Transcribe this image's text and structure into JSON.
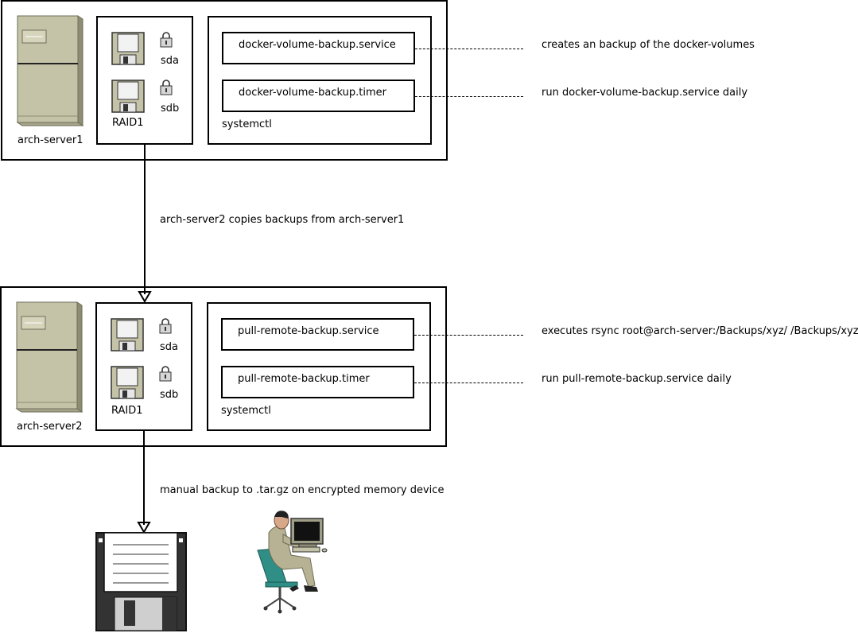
{
  "server1": {
    "name": "arch-server1",
    "disk1": "sda",
    "disk2": "sdb",
    "raid": "RAID1",
    "systemctl": "systemctl",
    "service": "docker-volume-backup.service",
    "timer": "docker-volume-backup.timer",
    "service_note": "creates an backup of the docker-volumes",
    "timer_note": "run docker-volume-backup.service daily"
  },
  "copy_note": "arch-server2 copies backups from arch-server1",
  "server2": {
    "name": "arch-server2",
    "disk1": "sda",
    "disk2": "sdb",
    "raid": "RAID1",
    "systemctl": "systemctl",
    "service": "pull-remote-backup.service",
    "timer": "pull-remote-backup.timer",
    "service_note": "executes rsync root@arch-server:/Backups/xyz/ /Backups/xyz/",
    "timer_note": "run pull-remote-backup.service daily"
  },
  "manual_note": "manual backup to .tar.gz on encrypted memory device",
  "colors": {
    "server_body": "#c4c3a8",
    "server_dark": "#8e8d74",
    "floppy_label": "#ececec",
    "disk_black": "#333333",
    "chair": "#2f8f86",
    "suit": "#b6b293"
  }
}
